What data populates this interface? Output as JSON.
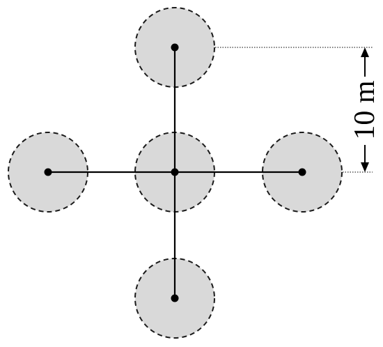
{
  "diagram": {
    "dimension_label": "10 m",
    "colors": {
      "zone_fill": "#d9d9d9",
      "zone_stroke": "#1a1a1a",
      "line": "#000000",
      "background": "#ffffff"
    },
    "nodes": [
      {
        "id": "top"
      },
      {
        "id": "left"
      },
      {
        "id": "center"
      },
      {
        "id": "right"
      },
      {
        "id": "bottom"
      }
    ]
  }
}
